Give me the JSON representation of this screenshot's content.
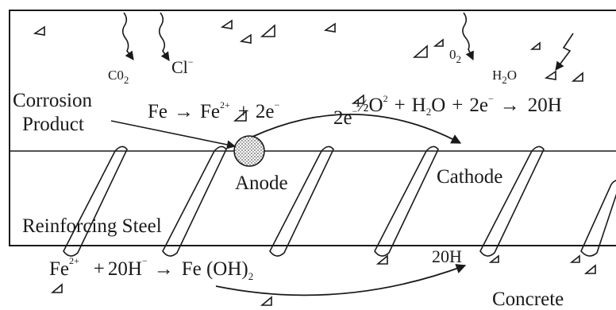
{
  "colors": {
    "ink": "#1a1a1a",
    "background": "#ffffff",
    "anode_fill": "#9a9a9a"
  },
  "labels": {
    "corrosion_product_line1": "Corrosion",
    "corrosion_product_line2": "Product",
    "anode": "Anode",
    "cathode": "Cathode",
    "reinforcing_steel": "Reinforcing Steel",
    "concrete": "Concrete"
  },
  "ingress": {
    "co2_base": "C0",
    "co2_sub": "2",
    "cl_base": "Cl",
    "cl_sup": "−",
    "o2_base": "0",
    "o2_sub": "2",
    "h2o_h": "H",
    "h2o_sub": "2",
    "h2o_o": "O"
  },
  "anodic_reaction": {
    "lhs": "Fe",
    "arrow": "→",
    "product": "Fe",
    "product_charge": "2+",
    "plus": "+",
    "electrons": "2e",
    "electron_charge": "−"
  },
  "cathodic_reaction": {
    "half": "½",
    "oxygen": "O",
    "oxygen_sub": "2",
    "plus1": "+",
    "water_h": "H",
    "water_sub": "2",
    "water_o": "O",
    "plus2": "+",
    "electrons": "2e",
    "electron_charge": "−",
    "arrow": "→",
    "hydroxide": "20H"
  },
  "electron_flow": {
    "label": "2e",
    "charge": "−"
  },
  "precipitation_reaction": {
    "iron": "Fe",
    "iron_charge": "2+",
    "plus": "+",
    "hydroxide": "20H",
    "hydroxide_charge": "−",
    "arrow": "→",
    "product": "Fe (OH)",
    "product_sub": "2"
  },
  "hydroxide_migration": {
    "label": "20H"
  },
  "aggregate_icon": "triangle-aggregate-icon"
}
